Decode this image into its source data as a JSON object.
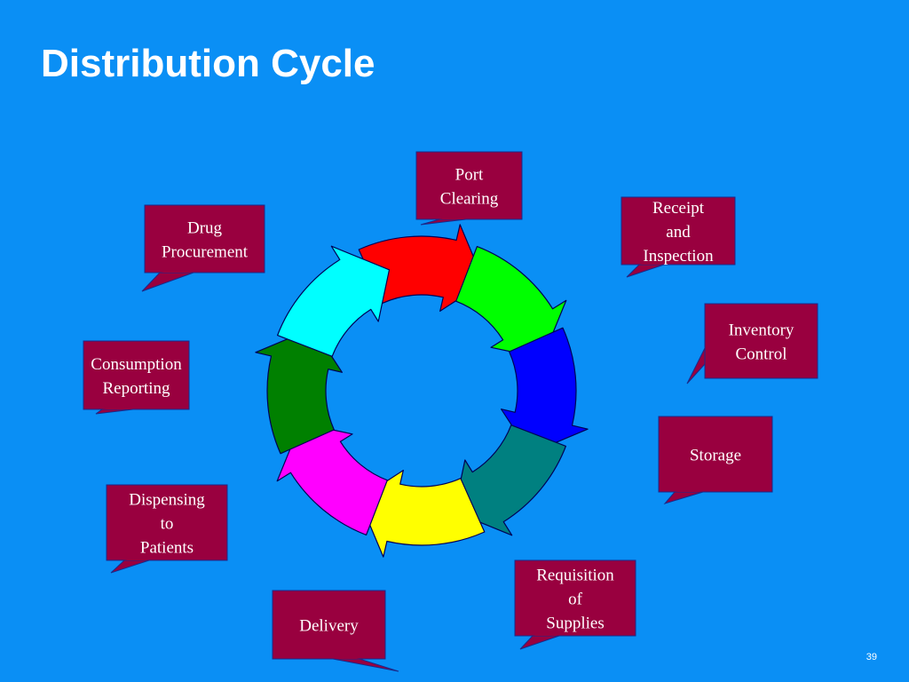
{
  "title": "Distribution Cycle",
  "page_number": "39",
  "colors": {
    "background": "#0a8ff5",
    "callout_fill": "#99003f",
    "callout_text": "#ffffff",
    "segments": [
      "#ff0000",
      "#00ff00",
      "#0000ff",
      "#008080",
      "#ffff00",
      "#ff00ff",
      "#008000",
      "#00ffff"
    ]
  },
  "stages": [
    {
      "id": "drug-procurement",
      "lines": [
        "Drug",
        "Procurement"
      ]
    },
    {
      "id": "port-clearing",
      "lines": [
        "Port",
        "Clearing"
      ]
    },
    {
      "id": "receipt-and-inspection",
      "lines": [
        "Receipt",
        "and",
        "Inspection"
      ]
    },
    {
      "id": "inventory-control",
      "lines": [
        "Inventory",
        "Control"
      ]
    },
    {
      "id": "storage",
      "lines": [
        "Storage"
      ]
    },
    {
      "id": "requisition-of-supplies",
      "lines": [
        "Requisition",
        "of",
        "Supplies"
      ]
    },
    {
      "id": "delivery",
      "lines": [
        "Delivery"
      ]
    },
    {
      "id": "dispensing-to-patients",
      "lines": [
        "Dispensing",
        "to",
        "Patients"
      ]
    },
    {
      "id": "consumption-reporting",
      "lines": [
        "Consumption",
        "Reporting"
      ]
    }
  ]
}
